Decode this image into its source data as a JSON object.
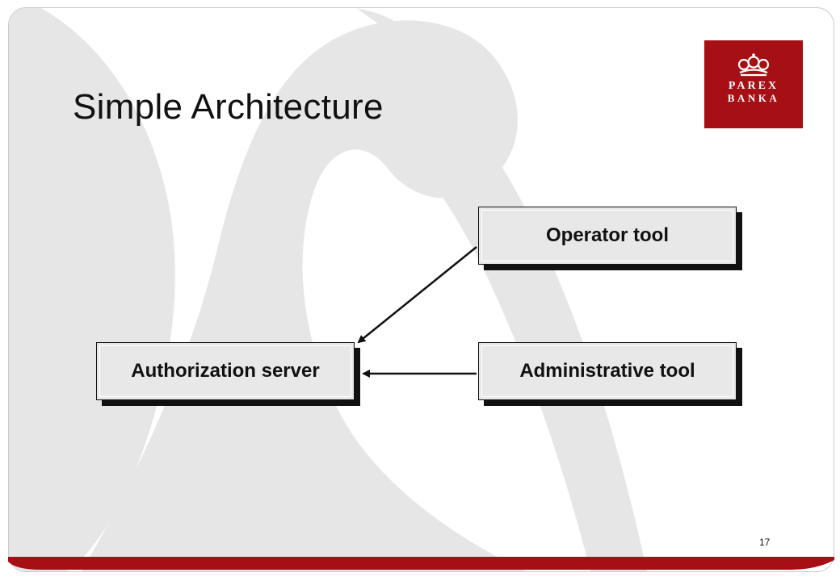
{
  "slide": {
    "title": "Simple Architecture",
    "page_number": "17"
  },
  "logo": {
    "line1": "PAREX",
    "line2": "BANKA",
    "brand_color": "#a60f14"
  },
  "diagram": {
    "nodes": [
      {
        "id": "operator",
        "label": "Operator tool"
      },
      {
        "id": "admin",
        "label": "Administrative tool"
      },
      {
        "id": "auth",
        "label": "Authorization server"
      }
    ],
    "edges": [
      {
        "from": "operator",
        "to": "auth"
      },
      {
        "from": "admin",
        "to": "auth"
      }
    ]
  },
  "colors": {
    "accent": "#a60f14",
    "node_fill": "#e8e8e8",
    "background_art": "#e6e6e6"
  }
}
